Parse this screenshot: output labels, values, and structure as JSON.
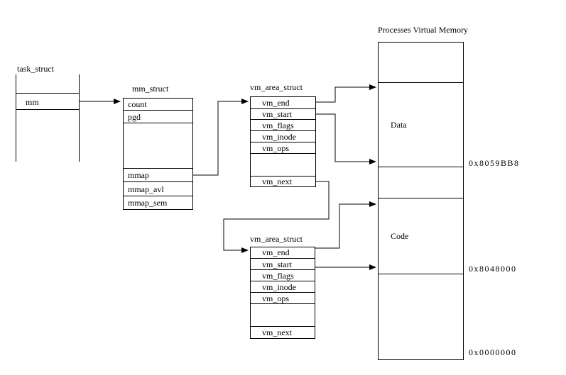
{
  "diagram": {
    "title": "Processes Virtual Memory",
    "task_struct": {
      "label": "task_struct",
      "fields": {
        "mm": "mm"
      }
    },
    "mm_struct": {
      "label": "mm_struct",
      "fields": {
        "count": "count",
        "pgd": "pgd",
        "mmap": "mmap",
        "mmap_avl": "mmap_avl",
        "mmap_sem": "mmap_sem"
      }
    },
    "vm_area_struct_top": {
      "label": "vm_area_struct",
      "fields": {
        "vm_end": "vm_end",
        "vm_start": "vm_start",
        "vm_flags": "vm_flags",
        "vm_inode": "vm_inode",
        "vm_ops": "vm_ops",
        "vm_next": "vm_next"
      }
    },
    "vm_area_struct_bottom": {
      "label": "vm_area_struct",
      "fields": {
        "vm_end": "vm_end",
        "vm_start": "vm_start",
        "vm_flags": "vm_flags",
        "vm_inode": "vm_inode",
        "vm_ops": "vm_ops",
        "vm_next": "vm_next"
      }
    },
    "memory_map": {
      "regions": {
        "data": "Data",
        "code": "Code"
      },
      "addresses": {
        "data_end": "0x8059BB8",
        "code_start": "0x8048000",
        "bottom": "0x0000000"
      }
    },
    "line_color": "#000000",
    "background_color": "#ffffff"
  }
}
